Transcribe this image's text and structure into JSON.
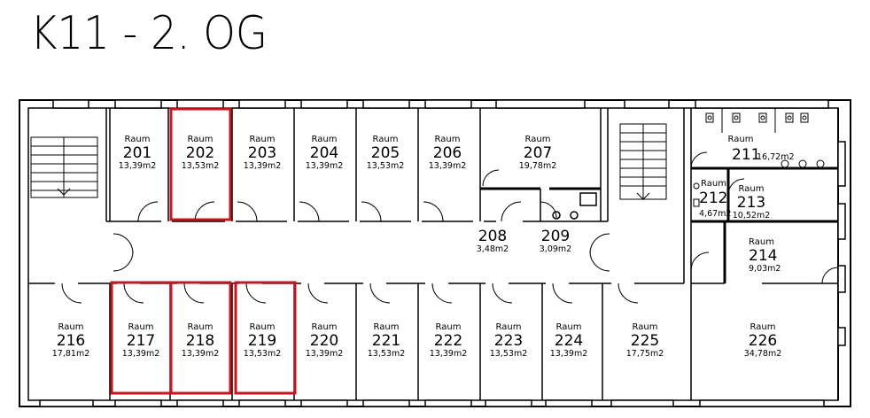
{
  "title": "K11 - 2. OG",
  "highlight_color": "#c8141e",
  "rooms": [
    {
      "id": "201",
      "label": "Raum",
      "number": "201",
      "area": "13,39m2",
      "highlighted": false
    },
    {
      "id": "202",
      "label": "Raum",
      "number": "202",
      "area": "13,53m2",
      "highlighted": true
    },
    {
      "id": "203",
      "label": "Raum",
      "number": "203",
      "area": "13,39m2",
      "highlighted": false
    },
    {
      "id": "204",
      "label": "Raum",
      "number": "204",
      "area": "13,39m2",
      "highlighted": false
    },
    {
      "id": "205",
      "label": "Raum",
      "number": "205",
      "area": "13,53m2",
      "highlighted": false
    },
    {
      "id": "206",
      "label": "Raum",
      "number": "206",
      "area": "13,39m2",
      "highlighted": false
    },
    {
      "id": "207",
      "label": "Raum",
      "number": "207",
      "area": "19,78m2",
      "highlighted": false
    },
    {
      "id": "208",
      "label": "",
      "number": "208",
      "area": "3,48m2",
      "highlighted": false
    },
    {
      "id": "209",
      "label": "",
      "number": "209",
      "area": "3,09m2",
      "highlighted": false
    },
    {
      "id": "211",
      "label": "Raum",
      "number": "211",
      "area": "16,72m2",
      "highlighted": false
    },
    {
      "id": "212",
      "label": "Raum",
      "number": "212",
      "area": "4,67m2",
      "highlighted": false
    },
    {
      "id": "213",
      "label": "Raum",
      "number": "213",
      "area": "10,52m2",
      "highlighted": false
    },
    {
      "id": "214",
      "label": "Raum",
      "number": "214",
      "area": "9,03m2",
      "highlighted": false
    },
    {
      "id": "216",
      "label": "Raum",
      "number": "216",
      "area": "17,81m2",
      "highlighted": false
    },
    {
      "id": "217",
      "label": "Raum",
      "number": "217",
      "area": "13,39m2",
      "highlighted": true
    },
    {
      "id": "218",
      "label": "Raum",
      "number": "218",
      "area": "13,39m2",
      "highlighted": true
    },
    {
      "id": "219",
      "label": "Raum",
      "number": "219",
      "area": "13,53m2",
      "highlighted": true
    },
    {
      "id": "220",
      "label": "Raum",
      "number": "220",
      "area": "13,39m2",
      "highlighted": false
    },
    {
      "id": "221",
      "label": "Raum",
      "number": "221",
      "area": "13,53m2",
      "highlighted": false
    },
    {
      "id": "222",
      "label": "Raum",
      "number": "222",
      "area": "13,39m2",
      "highlighted": false
    },
    {
      "id": "223",
      "label": "Raum",
      "number": "223",
      "area": "13,53m2",
      "highlighted": false
    },
    {
      "id": "224",
      "label": "Raum",
      "number": "224",
      "area": "13,39m2",
      "highlighted": false
    },
    {
      "id": "225",
      "label": "Raum",
      "number": "225",
      "area": "17,75m2",
      "highlighted": false
    },
    {
      "id": "226",
      "label": "Raum",
      "number": "226",
      "area": "34,78m2",
      "highlighted": false
    }
  ]
}
